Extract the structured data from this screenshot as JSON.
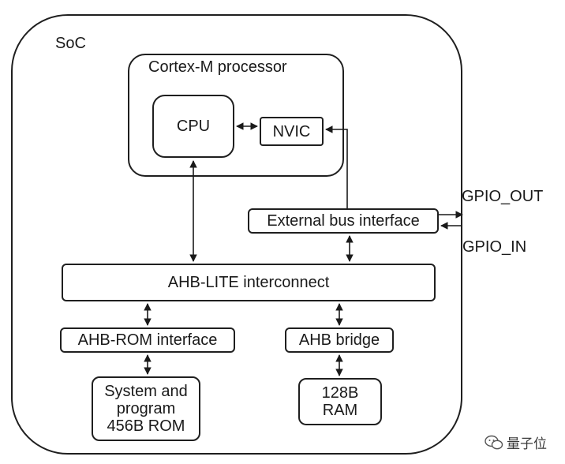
{
  "labels": {
    "soc": "SoC",
    "cortex": "Cortex-M processor",
    "cpu": "CPU",
    "nvic": "NVIC",
    "external_bus": "External bus interface",
    "gpio_out": "GPIO_OUT",
    "gpio_in": "GPIO_IN",
    "ahb_lite": "AHB-LITE interconnect",
    "ahb_rom": "AHB-ROM interface",
    "ahb_bridge": "AHB bridge",
    "rom_lines": [
      "System and",
      "program",
      "456B ROM"
    ],
    "ram_lines": [
      "128B",
      "RAM"
    ]
  },
  "watermark": {
    "icon": "wechat-icon",
    "text": "量子位"
  }
}
